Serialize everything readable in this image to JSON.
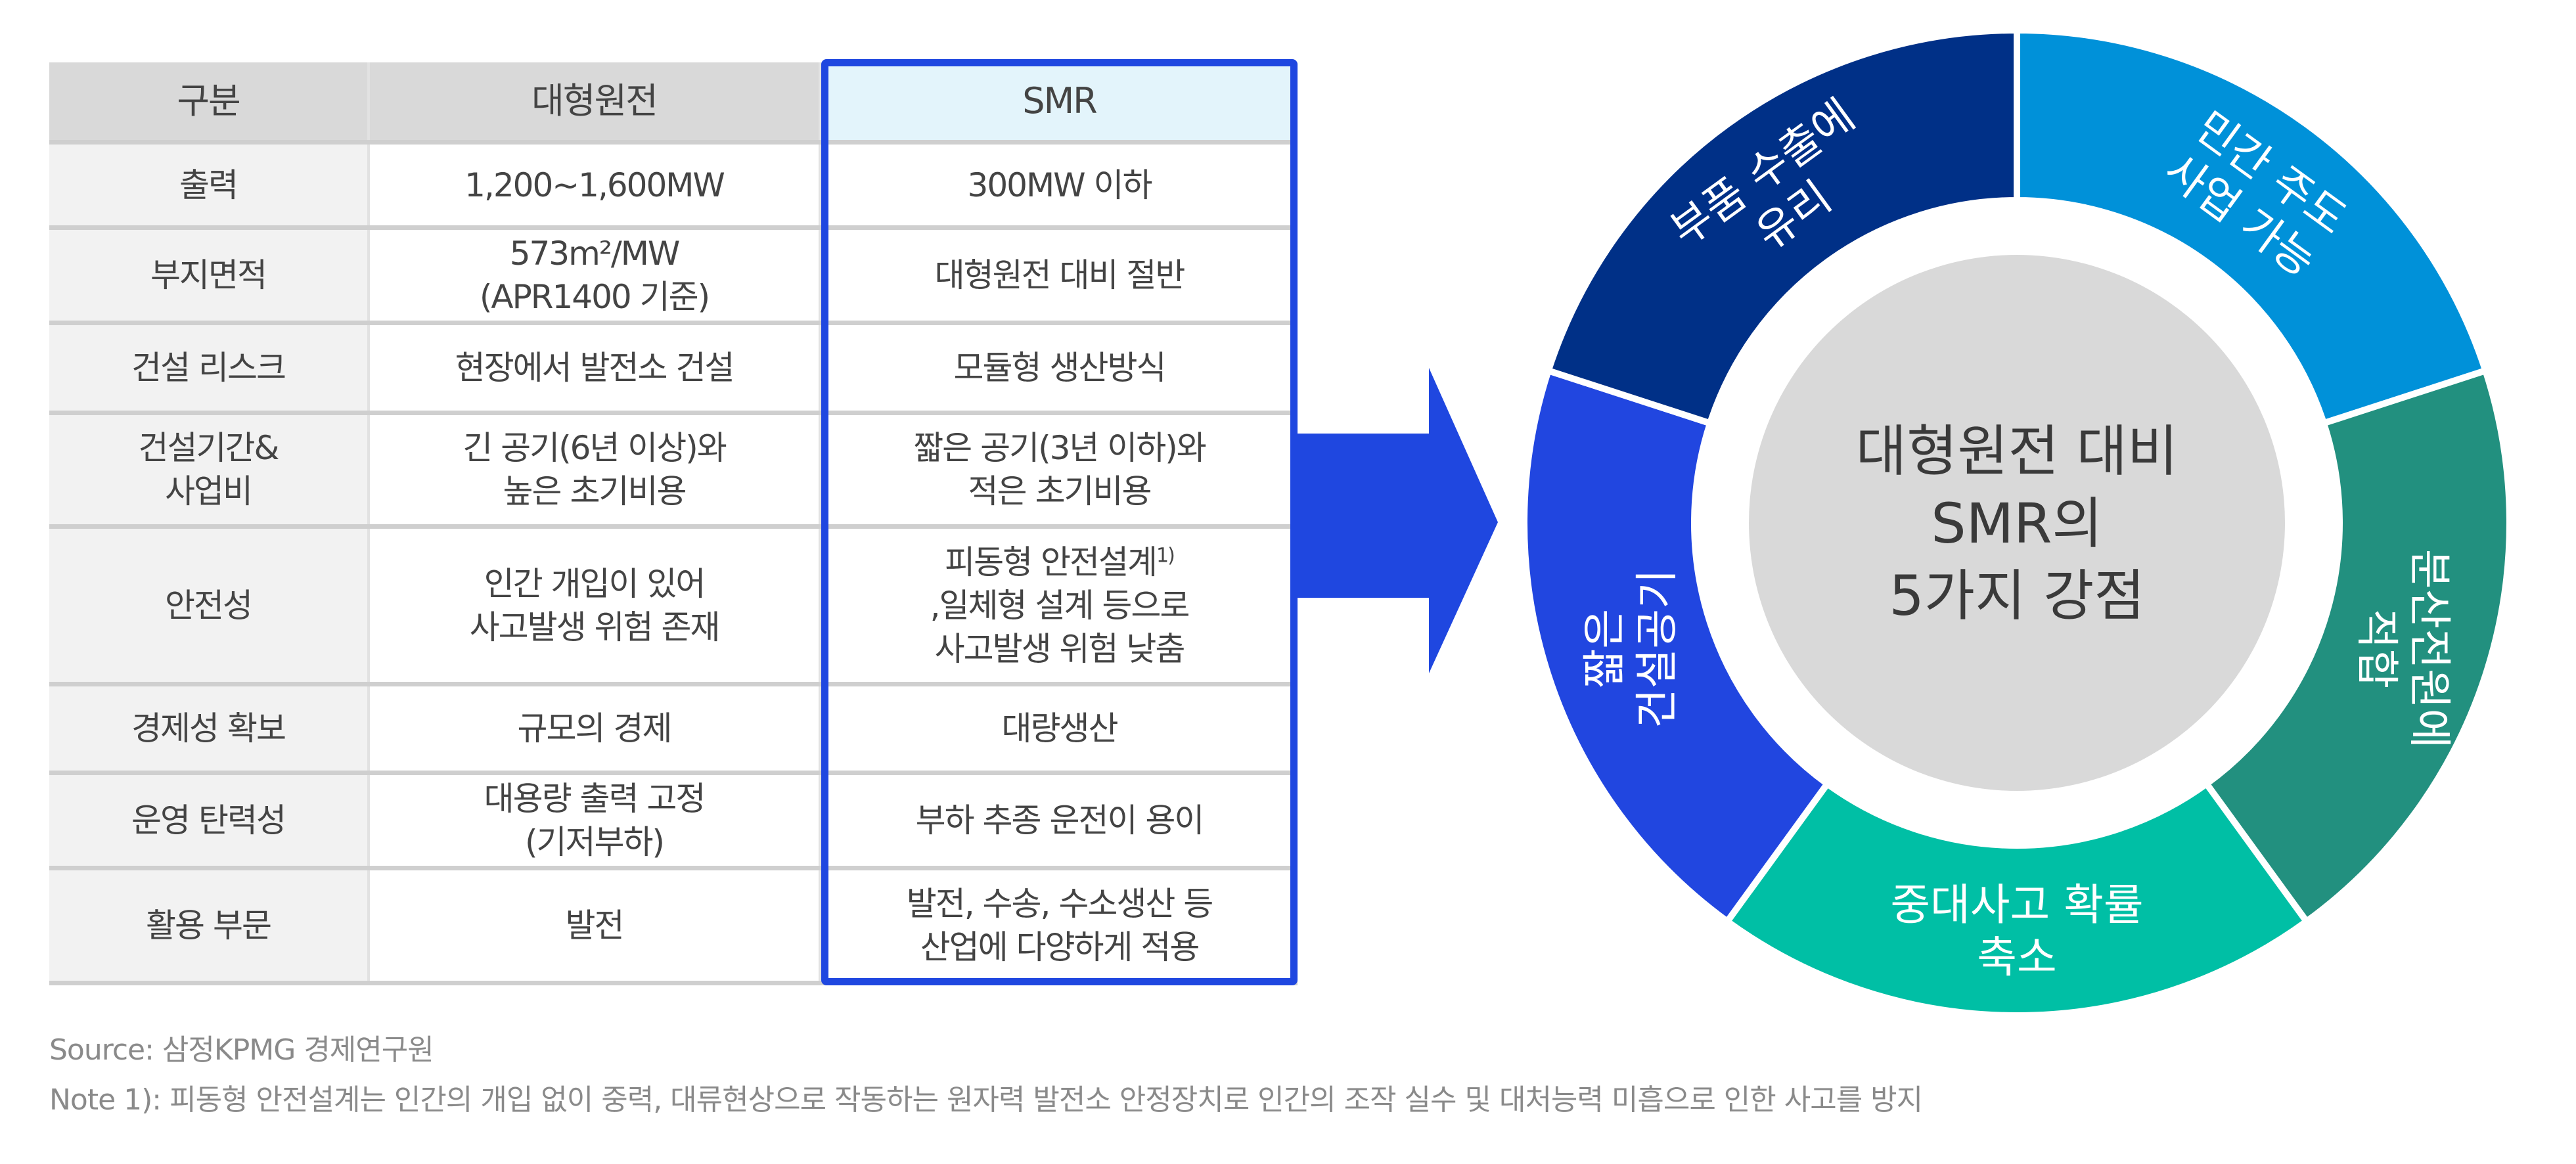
{
  "table": {
    "headers": [
      "구분",
      "대형원전",
      "SMR"
    ],
    "rows": [
      {
        "category": "출력",
        "large": "1,200~1,600MW",
        "smr": "300MW 이하"
      },
      {
        "category": "부지면적",
        "large": "573m²/MW\n(APR1400 기준)",
        "smr": "대형원전 대비 절반"
      },
      {
        "category": "건설 리스크",
        "large": "현장에서 발전소 건설",
        "smr": "모듈형 생산방식"
      },
      {
        "category": "건설기간&\n사업비",
        "large": "긴 공기(6년 이상)와\n높은 초기비용",
        "smr": "짧은 공기(3년 이하)와\n적은 초기비용"
      },
      {
        "category": "안전성",
        "large": "인간 개입이 있어\n사고발생 위험 존재",
        "smr_line1": "피동형 안전설계",
        "smr_sup": "1)",
        "smr": ",일체형 설계 등으로\n사고발생 위험 낮춤"
      },
      {
        "category": "경제성 확보",
        "large": "규모의 경제",
        "smr": "대량생산"
      },
      {
        "category": "운영 탄력성",
        "large": "대용량 출력 고정\n(기저부하)",
        "smr": "부하 추종 운전이 용이"
      },
      {
        "category": "활용 부문",
        "large": "발전",
        "smr": "발전, 수송, 수소생산 등\n산업에 다양하게 적용"
      }
    ]
  },
  "arrow": {
    "icon": "right-arrow-icon",
    "color": "#1f47e0"
  },
  "donut": {
    "center_lines": [
      "대형원전 대비",
      "SMR의",
      "5가지 강점"
    ],
    "segments": [
      {
        "lines": [
          "민간 주도",
          "사업 가능"
        ],
        "color": "#0091d9"
      },
      {
        "lines": [
          "분산전원에",
          "적합"
        ],
        "color": "#22907f"
      },
      {
        "lines": [
          "중대사고 확률",
          "축소"
        ],
        "color": "#00bfa5"
      },
      {
        "lines": [
          "짧은",
          "건설공기"
        ],
        "color": "#2146e0"
      },
      {
        "lines": [
          "부품 수출에",
          "유리"
        ],
        "color": "#003087"
      }
    ]
  },
  "footer": {
    "source": "Source: 삼정KPMG 경제연구원",
    "note": "Note 1): 피동형 안전설계는 인간의 개입 없이 중력, 대류현상으로 작동하는 원자력 발전소 안정장치로 인간의 조작 실수 및 대처능력 미흡으로 인한 사고를 방지"
  }
}
